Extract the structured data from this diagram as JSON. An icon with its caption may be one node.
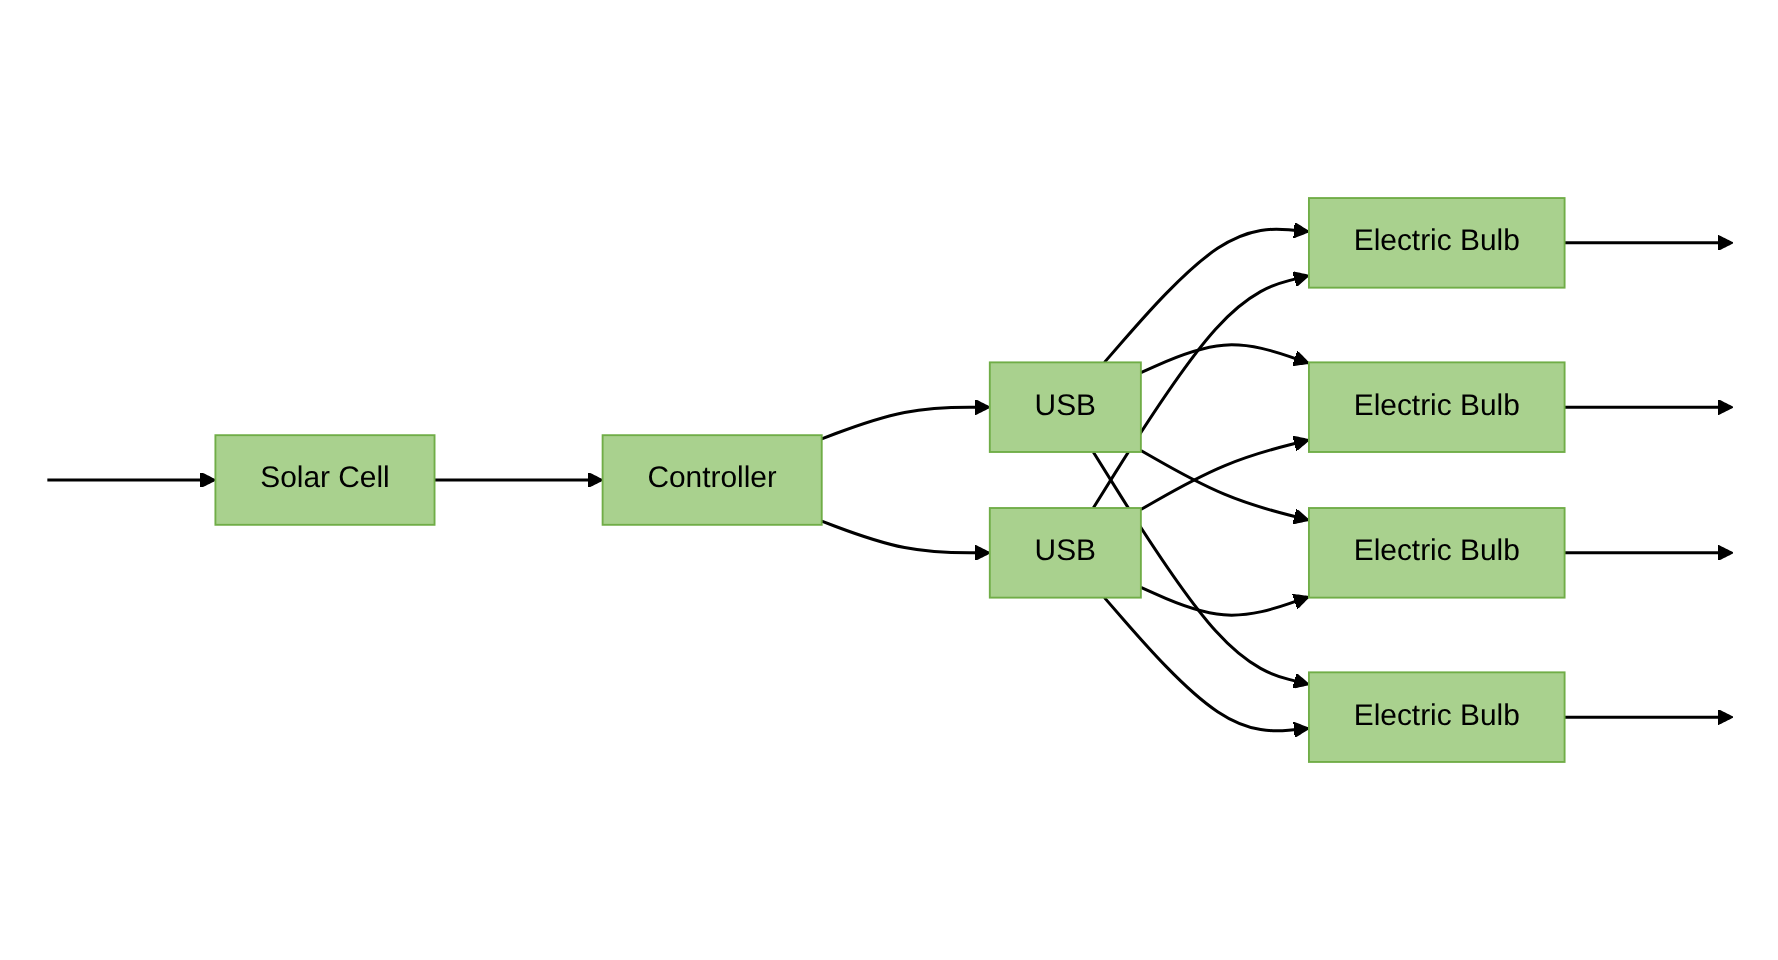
{
  "diagram": {
    "nodes": [
      {
        "text": [
          "Solar Cell"
        ]
      },
      {
        "text": [
          "Controller"
        ]
      },
      {
        "text": [
          "USB"
        ]
      },
      {
        "text": [
          "USB"
        ]
      },
      {
        "text": [
          "Electric Bulb"
        ]
      },
      {
        "text": [
          "Electric Bulb"
        ]
      },
      {
        "text": [
          "Electric Bulb"
        ]
      },
      {
        "text": [
          "Electric Bulb"
        ]
      }
    ],
    "edges": [
      {
        "from": null,
        "to": 0,
        "arrow": "to"
      },
      {
        "from": 0,
        "to": 1,
        "arrow": "to"
      },
      {
        "from": 1,
        "to": 2,
        "arrow": "to"
      },
      {
        "from": 1,
        "to": 3,
        "arrow": "to"
      },
      {
        "from": 2,
        "to": 4,
        "arrow": "to"
      },
      {
        "from": 2,
        "to": 5,
        "arrow": "to"
      },
      {
        "from": 2,
        "to": 6,
        "arrow": "to"
      },
      {
        "from": 2,
        "to": 7,
        "arrow": "to"
      },
      {
        "from": 3,
        "to": 4,
        "arrow": "to"
      },
      {
        "from": 3,
        "to": 5,
        "arrow": "to"
      },
      {
        "from": 3,
        "to": 6,
        "arrow": "to"
      },
      {
        "from": 3,
        "to": 7,
        "arrow": "to"
      },
      {
        "from": 4,
        "to": null,
        "arrow": "to"
      },
      {
        "from": 5,
        "to": null,
        "arrow": "to"
      },
      {
        "from": 6,
        "to": null,
        "arrow": "to"
      },
      {
        "from": 7,
        "to": null,
        "arrow": "to"
      }
    ]
  }
}
